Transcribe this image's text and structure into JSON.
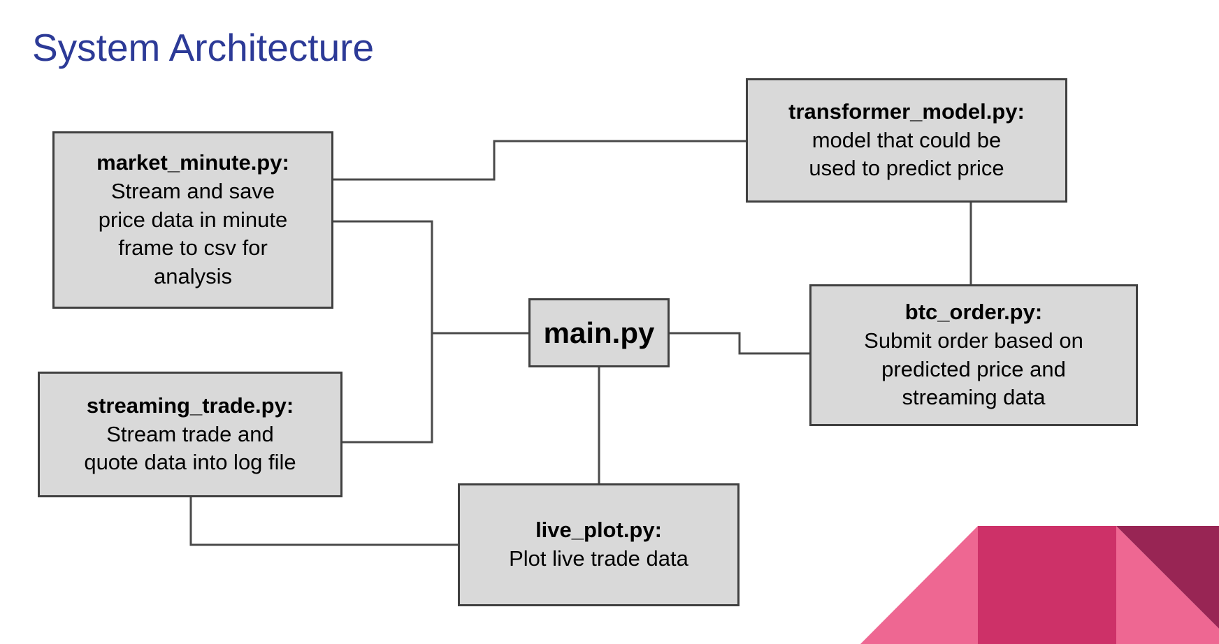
{
  "slide": {
    "title": "System Architecture"
  },
  "nodes": {
    "market_minute": {
      "title": "market_minute.py:",
      "lines": [
        "Stream and save",
        "price data in minute",
        "frame to csv for",
        "analysis"
      ]
    },
    "transformer_model": {
      "title": "transformer_model.py:",
      "lines": [
        "model that could be",
        "used to predict price"
      ]
    },
    "streaming_trade": {
      "title": "streaming_trade.py:",
      "lines": [
        "Stream trade and",
        "quote data into log file"
      ]
    },
    "main": {
      "title": "main.py",
      "lines": []
    },
    "btc_order": {
      "title": "btc_order.py:",
      "lines": [
        "Submit order based on",
        "predicted price and",
        "streaming data"
      ]
    },
    "live_plot": {
      "title": "live_plot.py:",
      "lines": [
        "Plot live trade data"
      ]
    }
  },
  "edges": [
    {
      "from": "market_minute.py",
      "to": "transformer_model.py"
    },
    {
      "from": "market_minute.py",
      "to": "main.py"
    },
    {
      "from": "streaming_trade.py",
      "to": "main.py"
    },
    {
      "from": "main.py",
      "to": "btc_order.py"
    },
    {
      "from": "transformer_model.py",
      "to": "btc_order.py"
    },
    {
      "from": "main.py",
      "to": "live_plot.py"
    },
    {
      "from": "streaming_trade.py",
      "to": "live_plot.py"
    }
  ],
  "colors": {
    "title_text": "#2C3A97",
    "box_fill": "#D9D9D9",
    "box_border": "#404040",
    "box_text": "#000000",
    "connector": "#4A4A4A",
    "accent_pink_light": "#EE6792",
    "accent_pink_medium": "#CD3168",
    "accent_maroon": "#982554"
  }
}
